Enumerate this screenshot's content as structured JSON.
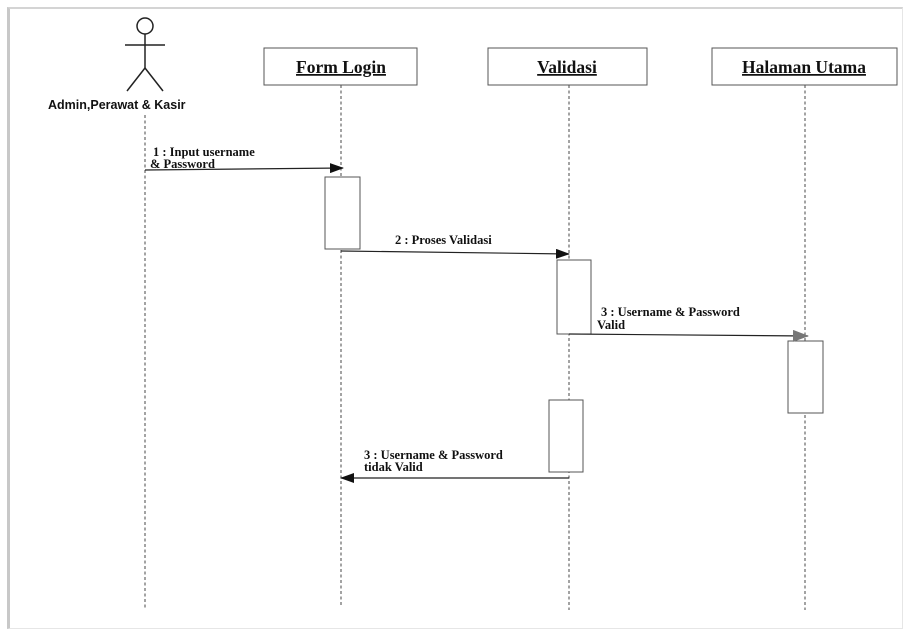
{
  "diagram": {
    "type": "sequence",
    "actor": {
      "label": "Admin,Perawat & Kasir"
    },
    "objects": [
      {
        "id": "form-login",
        "label": "Form Login"
      },
      {
        "id": "validasi",
        "label": "Validasi"
      },
      {
        "id": "halaman-utama",
        "label": "Halaman Utama"
      }
    ],
    "messages": [
      {
        "from": "actor",
        "to": "form-login",
        "lines": [
          "1 : Input username",
          "& Password"
        ]
      },
      {
        "from": "form-login",
        "to": "validasi",
        "lines": [
          "2 : Proses Validasi"
        ]
      },
      {
        "from": "validasi",
        "to": "halaman-utama",
        "lines": [
          "3 : Username & Password",
          "Valid"
        ]
      },
      {
        "from": "validasi",
        "to": "form-login",
        "lines": [
          "3 : Username & Password",
          "tidak Valid"
        ]
      }
    ]
  }
}
